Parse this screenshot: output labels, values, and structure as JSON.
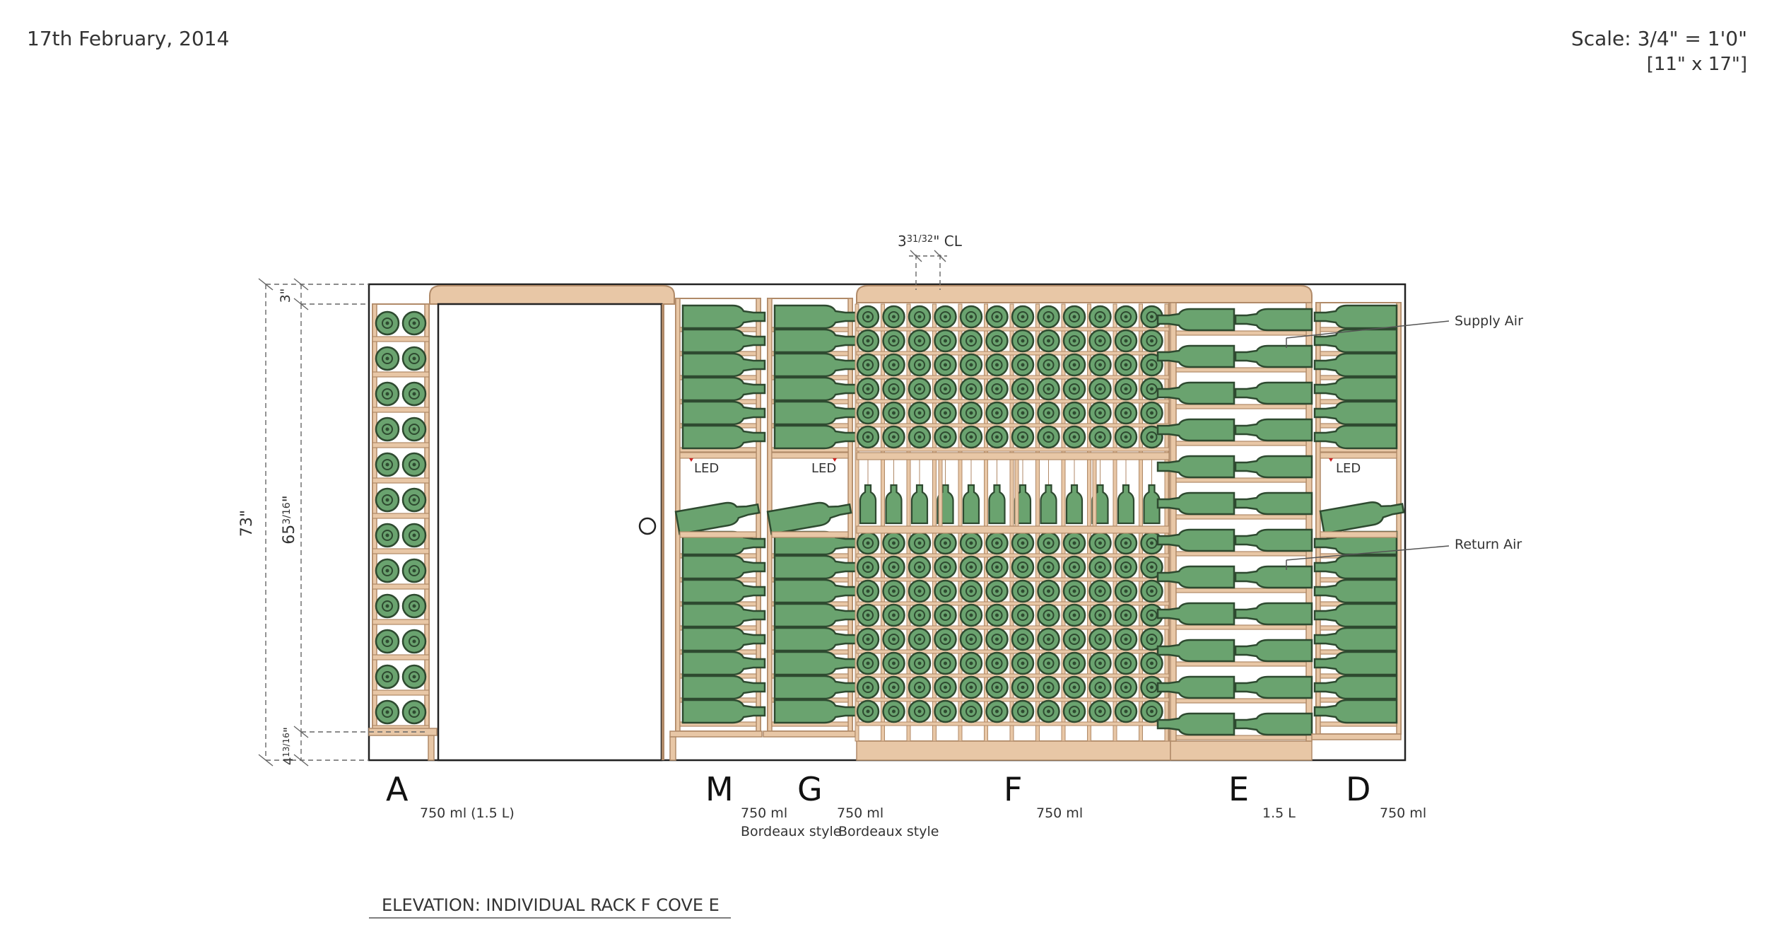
{
  "header": {
    "date": "17th February, 2014",
    "scale": "Scale: 3/4\" = 1'0\"",
    "paper": "[11\" x 17\"]"
  },
  "dimensions": {
    "overall": "73\"",
    "top": "3\"",
    "clear": "65",
    "clear_frac": "3/16",
    "base": "4",
    "base_frac": "13/16",
    "center_line": "3",
    "center_line_frac": "31/32",
    "center_line_suffix": "\" CL"
  },
  "callouts": {
    "supply_air": "Supply Air",
    "return_air": "Return Air",
    "led": "LED"
  },
  "racks": [
    {
      "letter": "A",
      "capacity": "750 ml (1.5 L)",
      "style": ""
    },
    {
      "letter": "M",
      "capacity": "750 ml",
      "style": "Bordeaux style"
    },
    {
      "letter": "G",
      "capacity": "750 ml",
      "style": "Bordeaux style"
    },
    {
      "letter": "F",
      "capacity": "750 ml",
      "style": ""
    },
    {
      "letter": "E",
      "capacity": "1.5 L",
      "style": ""
    },
    {
      "letter": "D",
      "capacity": "750 ml",
      "style": ""
    }
  ],
  "title": "ELEVATION: INDIVIDUAL RACK  F COVE E",
  "colors": {
    "wood": "#e8c7a6",
    "wood_stroke": "#b08a68",
    "bottle": "#6aa36f",
    "bottle_stroke": "#2e4a30",
    "frame": "#222222"
  }
}
